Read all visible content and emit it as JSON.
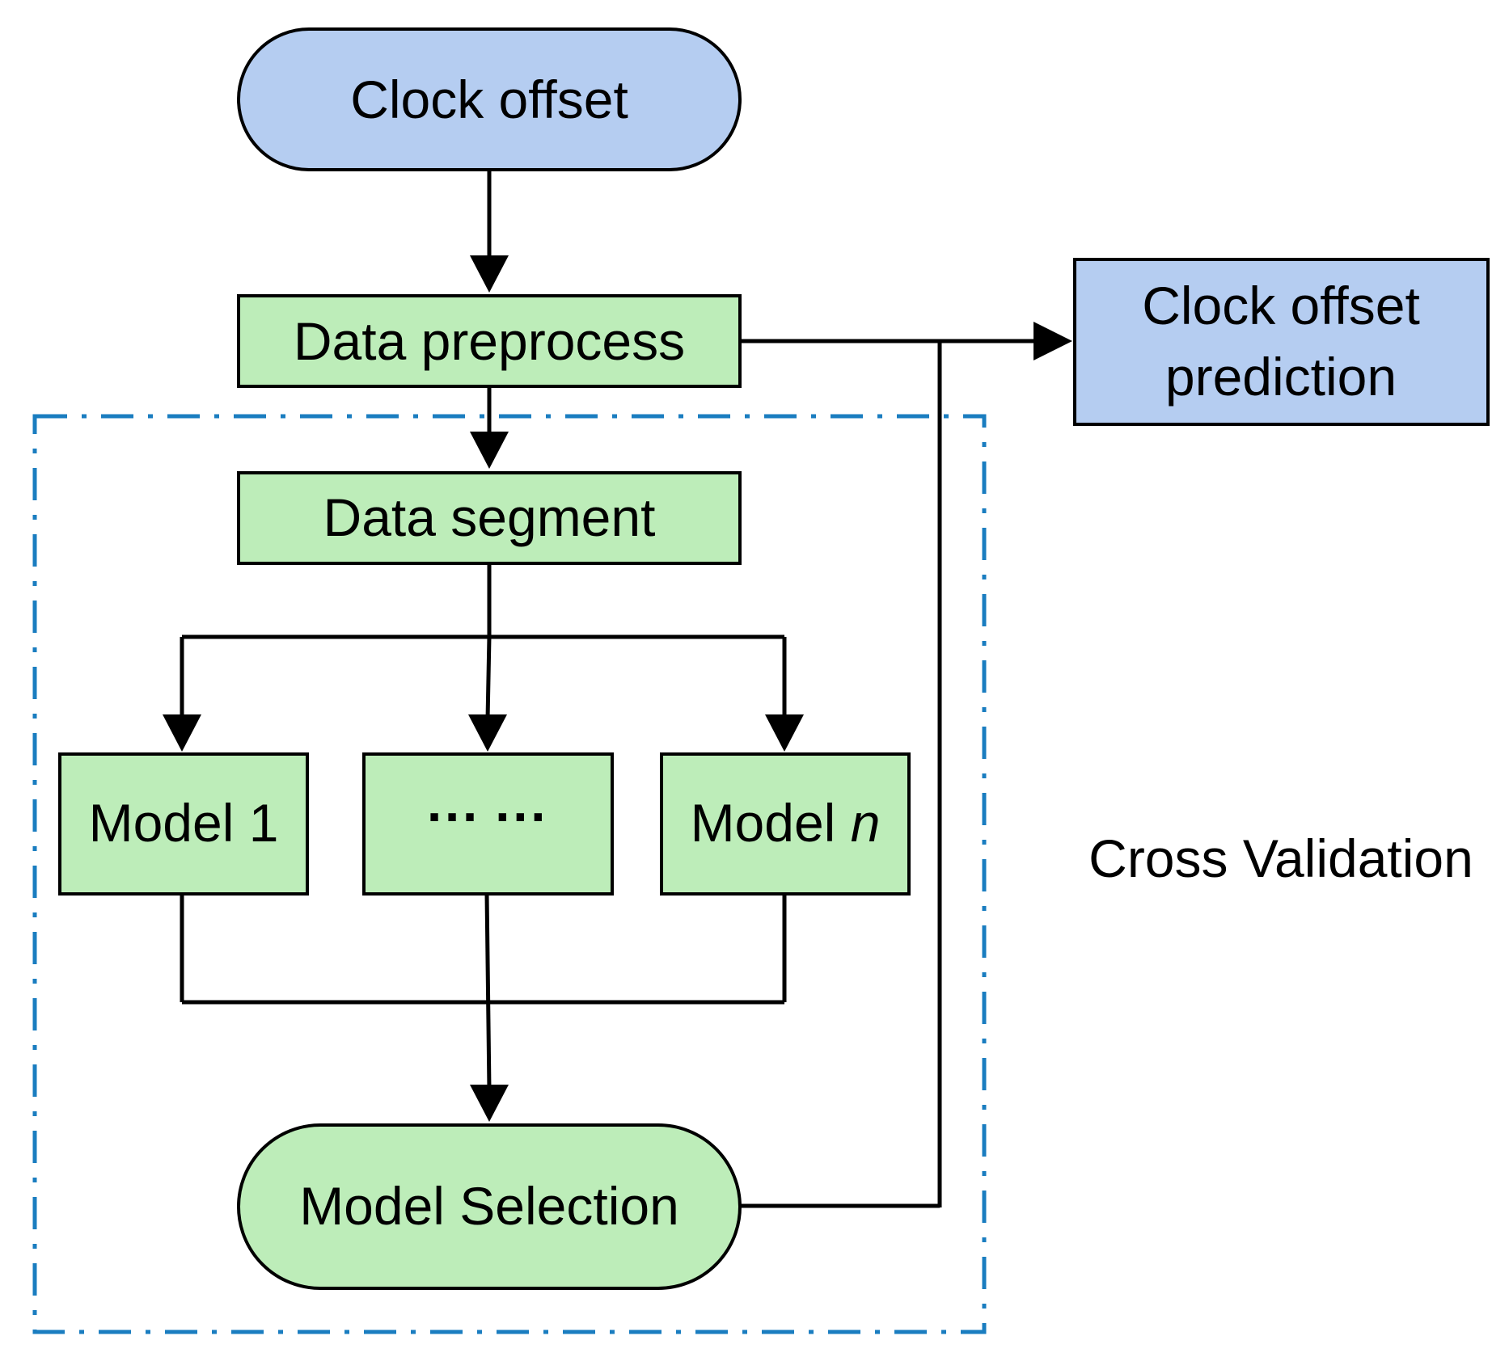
{
  "colors": {
    "input_fill": "#b5cdf1",
    "process_fill": "#bdedb9",
    "frame_stroke": "#1a7dc0",
    "line": "#000000"
  },
  "nodes": {
    "clock_offset": "Clock offset",
    "data_preprocess": "Data preprocess",
    "data_segment": "Data segment",
    "model_1": "Model 1",
    "ellipsis": "··· ···",
    "model_n_prefix": "Model ",
    "model_n_var": "n",
    "model_selection": "Model Selection",
    "prediction_line1": "Clock offset",
    "prediction_line2": "prediction"
  },
  "frame_label": "Cross Validation"
}
